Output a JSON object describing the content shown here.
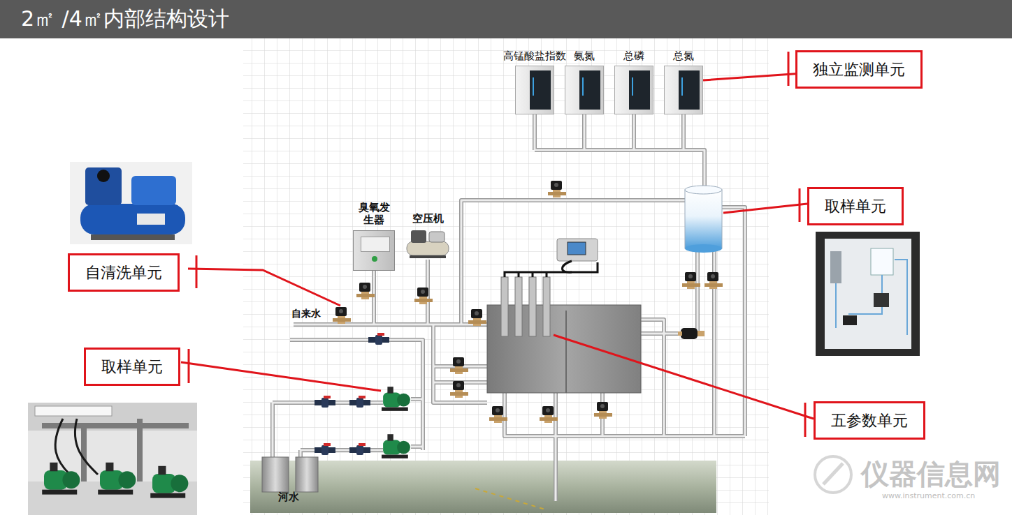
{
  "diagram": {
    "title": "2㎡ /4㎡内部结构设计",
    "nodes": [
      {
        "text": [
          "独立监测单元"
        ]
      },
      {
        "text": [
          "取样单元"
        ]
      },
      {
        "text": [
          "自清洗单元"
        ]
      },
      {
        "text": [
          "取样单元"
        ]
      },
      {
        "text": [
          "五参数单元"
        ]
      },
      {
        "text": [
          "高锰酸盐指数"
        ]
      },
      {
        "text": [
          "氨氮"
        ]
      },
      {
        "text": [
          "总磷"
        ]
      },
      {
        "text": [
          "总氮"
        ]
      },
      {
        "text": [
          "臭氧发生器"
        ]
      },
      {
        "text": [
          "空压机"
        ]
      }
    ],
    "edges": [
      {
        "from": 0,
        "to": 8,
        "arrow": "none"
      }
    ],
    "labels": [
      "自来水",
      "河水",
      "仪器信息网",
      "www.instrument.com.cn"
    ]
  }
}
